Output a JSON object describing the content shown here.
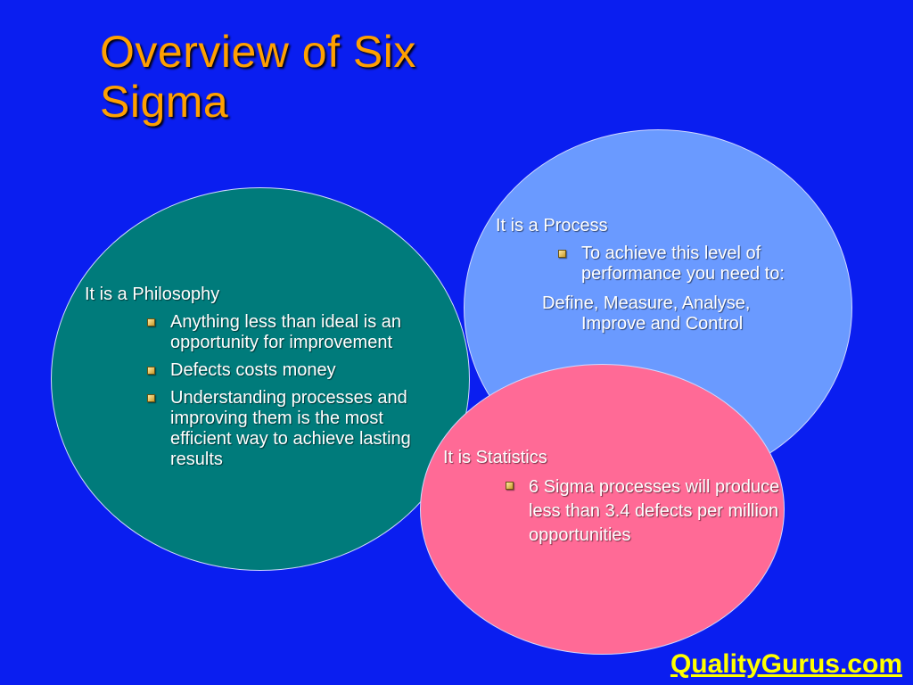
{
  "title": {
    "line1": "Overview of Six",
    "line2": "Sigma"
  },
  "philosophy": {
    "heading": "It is a Philosophy",
    "items": [
      "Anything less than ideal is an opportunity for improvement",
      "Defects costs money",
      "Understanding processes and improving them is the most efficient way to achieve lasting results"
    ]
  },
  "process": {
    "heading": "It is a Process",
    "items": [
      "To achieve this level of performance you need to:"
    ],
    "extra_line1": "Define, Measure, Analyse,",
    "extra_line2": "Improve and Control"
  },
  "statistics": {
    "heading": "It is Statistics",
    "items": [
      "6 Sigma processes will produce less than 3.4 defects per million opportunities"
    ]
  },
  "footer": {
    "text": "QualityGurus.com"
  },
  "colors": {
    "background": "#0a1ef0",
    "title": "#ffa000",
    "philosophy_circle": "#007b7b",
    "process_circle": "#6a9aff",
    "statistics_circle": "#ff6a96",
    "footer": "#ffff00"
  }
}
